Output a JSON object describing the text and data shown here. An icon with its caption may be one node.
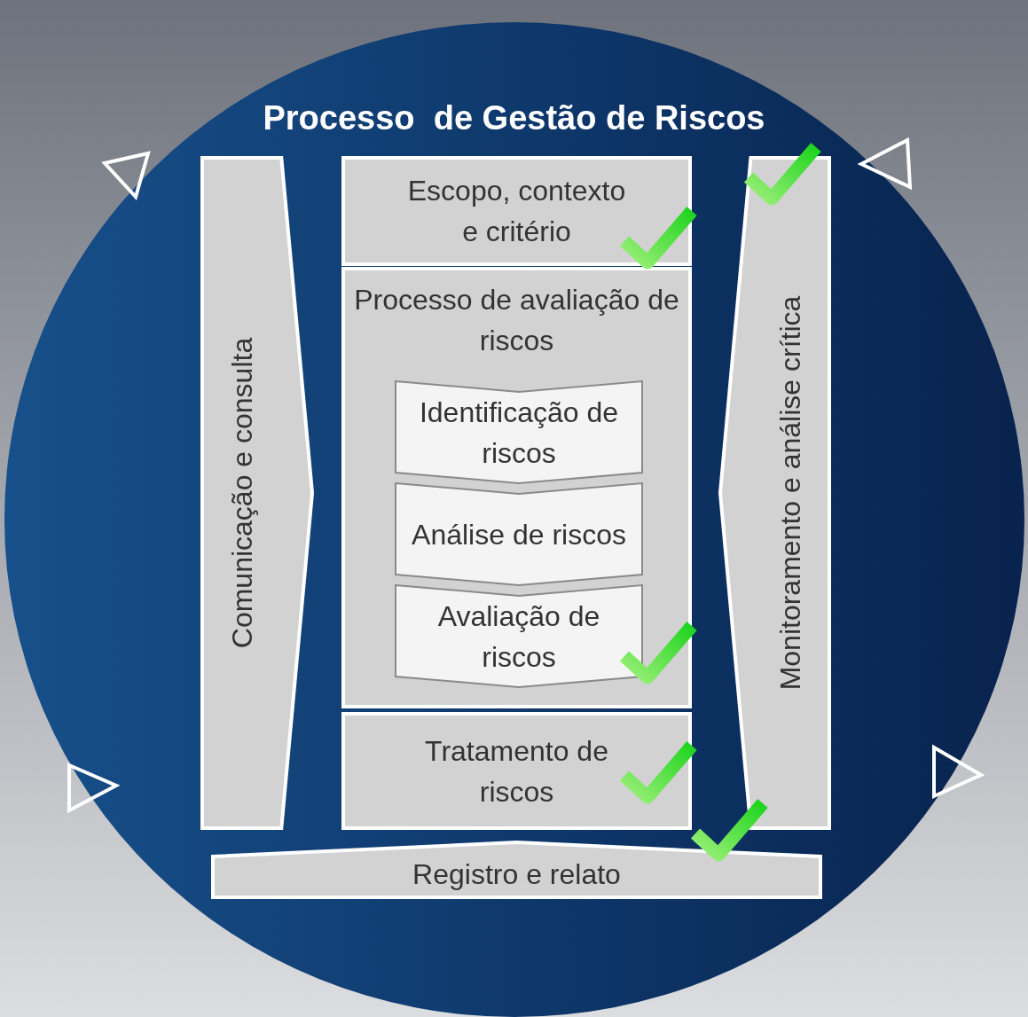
{
  "diagram": {
    "title": "Processo  de Gestão de Riscos",
    "nodes": [
      {
        "text": [
          "Comunicação e consulta"
        ]
      },
      {
        "text": [
          "Escopo, contexto e critério"
        ]
      },
      {
        "text": [
          "Processo de avaliação de riscos"
        ]
      },
      {
        "text": [
          "Identificação de riscos"
        ],
        "in": 2
      },
      {
        "text": [
          "Análise de riscos"
        ],
        "in": 2
      },
      {
        "text": [
          "Avaliação de riscos"
        ],
        "in": 2
      },
      {
        "text": [
          "Tratamento de riscos"
        ]
      },
      {
        "text": [
          "Monitoramento e análise crítica"
        ]
      },
      {
        "text": [
          "Registro e relato"
        ]
      }
    ]
  }
}
